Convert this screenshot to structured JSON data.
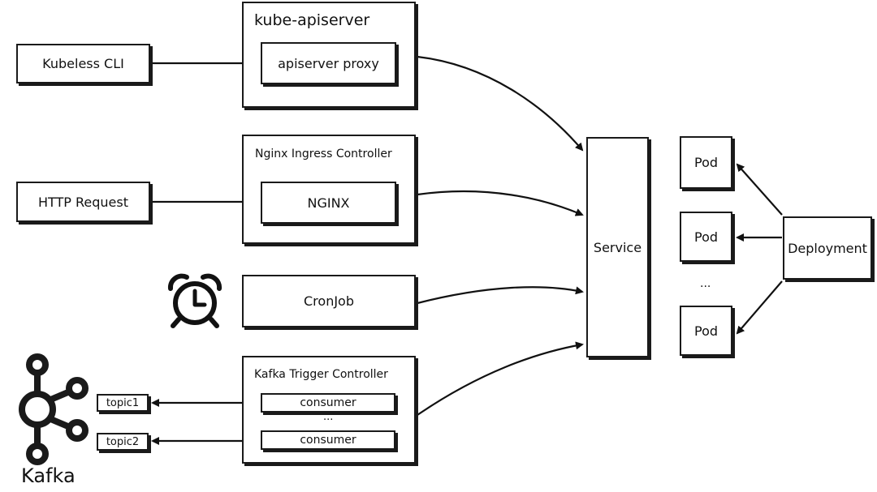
{
  "apiserver": {
    "title": "kube-apiserver",
    "proxy": "apiserver proxy"
  },
  "kubeless_cli": "Kubeless CLI",
  "ingress": {
    "title": "Nginx Ingress Controller",
    "nginx": "NGINX"
  },
  "http_request": "HTTP Request",
  "cronjob": "CronJob",
  "kafka_trigger": {
    "title": "Kafka Trigger Controller",
    "consumer1": "consumer",
    "consumer2": "consumer",
    "ellipsis": "..."
  },
  "topics": [
    "topic1",
    "topic2"
  ],
  "kafka_label": "Kafka",
  "service": "Service",
  "pods": [
    "Pod",
    "Pod",
    "Pod"
  ],
  "pods_ellipsis": "...",
  "deployment": "Deployment",
  "icons": {
    "clock": "alarm-clock-icon",
    "kafka": "kafka-logo-icon"
  }
}
